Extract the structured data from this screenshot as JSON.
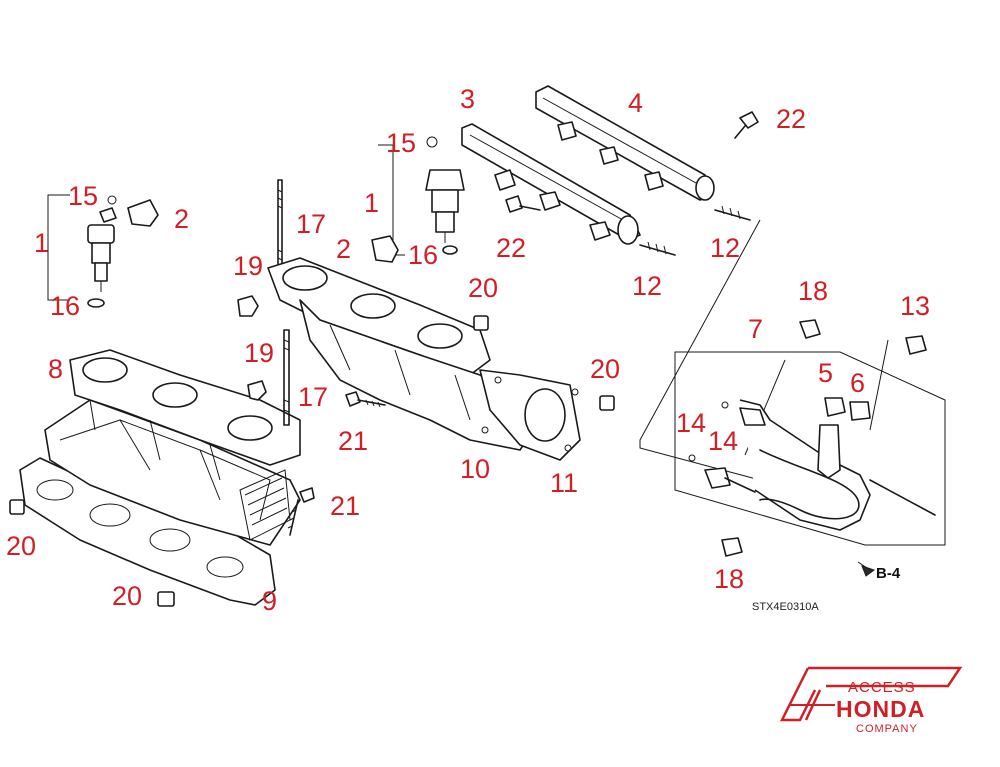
{
  "diagram": {
    "callouts": [
      {
        "id": "c1a",
        "text": "1"
      },
      {
        "id": "c2a",
        "text": "2"
      },
      {
        "id": "c15a",
        "text": "15"
      },
      {
        "id": "c16a",
        "text": "16"
      },
      {
        "id": "c8",
        "text": "8"
      },
      {
        "id": "c20a",
        "text": "20"
      },
      {
        "id": "c20b",
        "text": "20"
      },
      {
        "id": "c9",
        "text": "9"
      },
      {
        "id": "c21a",
        "text": "21"
      },
      {
        "id": "c17a",
        "text": "17"
      },
      {
        "id": "c19a",
        "text": "19"
      },
      {
        "id": "c19b",
        "text": "19"
      },
      {
        "id": "c17b",
        "text": "17"
      },
      {
        "id": "c21b",
        "text": "21"
      },
      {
        "id": "c10",
        "text": "10"
      },
      {
        "id": "c11",
        "text": "11"
      },
      {
        "id": "c20c",
        "text": "20"
      },
      {
        "id": "c20d",
        "text": "20"
      },
      {
        "id": "c15b",
        "text": "15"
      },
      {
        "id": "c1b",
        "text": "1"
      },
      {
        "id": "c2b",
        "text": "2"
      },
      {
        "id": "c16b",
        "text": "16"
      },
      {
        "id": "c3",
        "text": "3"
      },
      {
        "id": "c4",
        "text": "4"
      },
      {
        "id": "c22a",
        "text": "22"
      },
      {
        "id": "c22b",
        "text": "22"
      },
      {
        "id": "c12a",
        "text": "12"
      },
      {
        "id": "c12b",
        "text": "12"
      },
      {
        "id": "c18a",
        "text": "18"
      },
      {
        "id": "c7",
        "text": "7"
      },
      {
        "id": "c13",
        "text": "13"
      },
      {
        "id": "c5",
        "text": "5"
      },
      {
        "id": "c6",
        "text": "6"
      },
      {
        "id": "c14a",
        "text": "14"
      },
      {
        "id": "c14b",
        "text": "14"
      },
      {
        "id": "c18b",
        "text": "18"
      }
    ],
    "reference_label": "B-4",
    "diagram_code": "STX4E0310A"
  },
  "logo": {
    "line1": "ACCESS",
    "line2": "HONDA",
    "line3": "COMPANY",
    "color": "#d21f26"
  }
}
